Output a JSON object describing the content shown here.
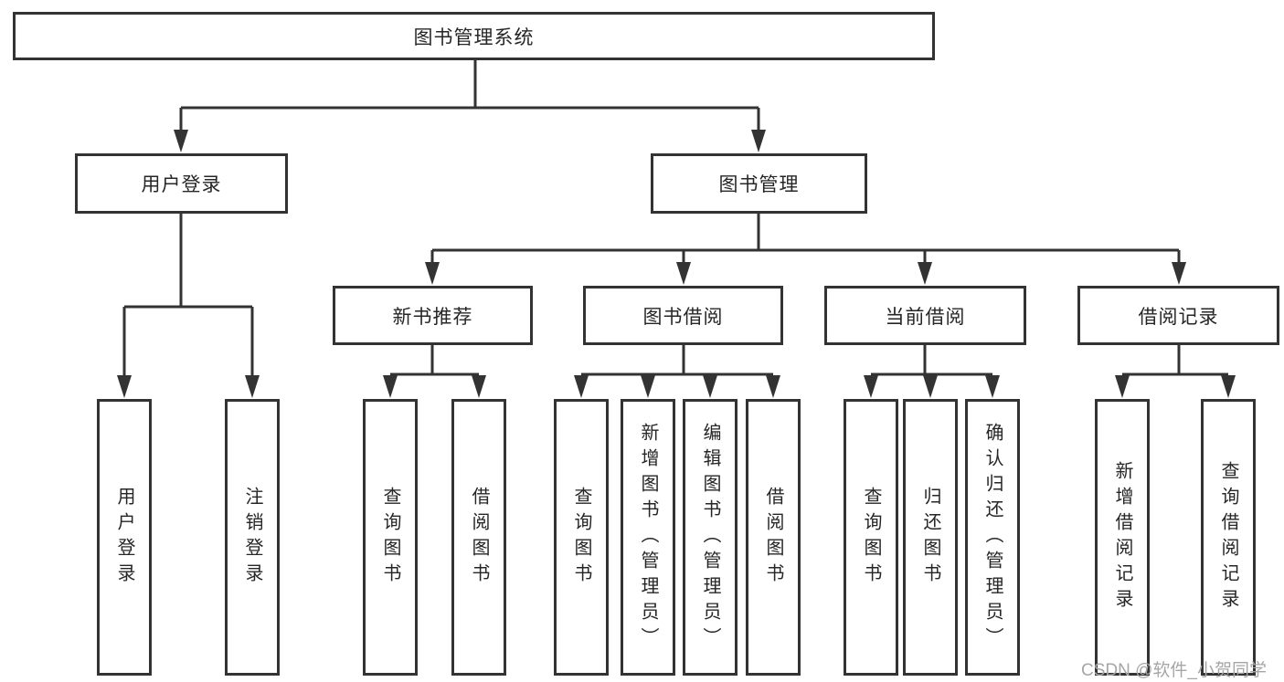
{
  "diagram": {
    "title": "图书管理系统",
    "branches": [
      {
        "label": "用户登录",
        "children": [
          {
            "label": "用户登录"
          },
          {
            "label": "注销登录"
          }
        ]
      },
      {
        "label": "图书管理",
        "children": [
          {
            "label": "新书推荐",
            "children": [
              {
                "label": "查询图书"
              },
              {
                "label": "借阅图书"
              }
            ]
          },
          {
            "label": "图书借阅",
            "children": [
              {
                "label": "查询图书"
              },
              {
                "label": "新增图书（管理员）"
              },
              {
                "label": "编辑图书（管理员）"
              },
              {
                "label": "借阅图书"
              }
            ]
          },
          {
            "label": "当前借阅",
            "children": [
              {
                "label": "查询图书"
              },
              {
                "label": "归还图书"
              },
              {
                "label": "确认归还（管理员）"
              }
            ]
          },
          {
            "label": "借阅记录",
            "children": [
              {
                "label": "新增借阅记录"
              },
              {
                "label": "查询借阅记录"
              }
            ]
          }
        ]
      }
    ]
  },
  "watermark": {
    "text": "CSDN @软件_小贺同学"
  },
  "colors": {
    "line": "#333333",
    "text": "#262626",
    "watermark": "#a6a6a6",
    "background": "#ffffff"
  }
}
